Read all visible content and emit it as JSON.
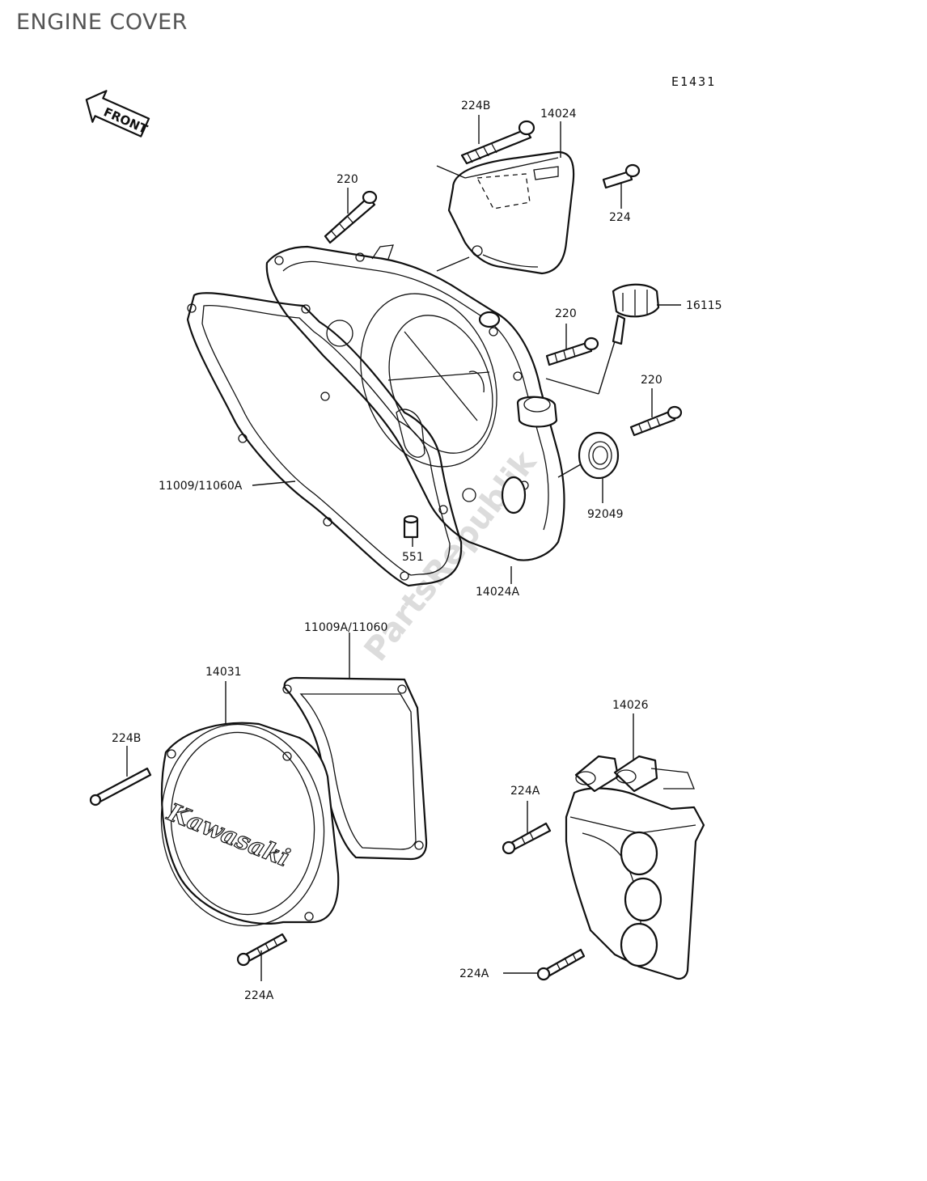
{
  "title": "ENGINE COVER",
  "diagram_code": "E1431",
  "front_label": "FRONT",
  "brand_text": "Kawasaki",
  "watermark": "PartsRepublik",
  "labels": {
    "p224B_top": "224B",
    "p14024": "14024",
    "p220_a": "220",
    "p224": "224",
    "p16115": "16115",
    "p220_b": "220",
    "p220_c": "220",
    "p11009_11060A": "11009/11060A",
    "p92049": "92049",
    "p551": "551",
    "p14024A": "14024A",
    "p11009A_11060": "11009A/11060",
    "p14031": "14031",
    "p224B_left": "224B",
    "p14026": "14026",
    "p224A_mid": "224A",
    "p224A_bottom": "224A",
    "p224A_right": "224A"
  }
}
